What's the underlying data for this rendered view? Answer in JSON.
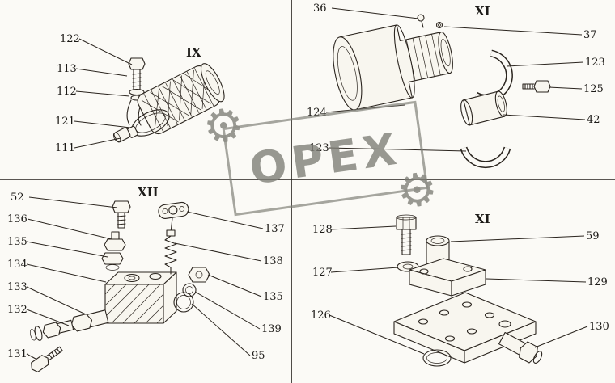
{
  "page": {
    "background_color": "#fbfaf6",
    "line_color": "#2a241e"
  },
  "watermark": {
    "text": "OPEX",
    "gear_icon": "⚙",
    "color": "#7d7d75"
  },
  "quadrants": {
    "top_left": {
      "section_label": "IX",
      "callouts": [
        "122",
        "113",
        "112",
        "121",
        "111"
      ]
    },
    "top_right": {
      "section_label": "XI",
      "callouts": [
        "36",
        "37",
        "123",
        "125",
        "42",
        "124",
        "123"
      ]
    },
    "bottom_left": {
      "section_label": "XII",
      "callouts": [
        "52",
        "136",
        "135",
        "134",
        "133",
        "132",
        "131",
        "137",
        "138",
        "135",
        "139",
        "95"
      ]
    },
    "bottom_right": {
      "section_label": "XI",
      "callouts": [
        "128",
        "127",
        "126",
        "59",
        "129",
        "130"
      ]
    }
  }
}
